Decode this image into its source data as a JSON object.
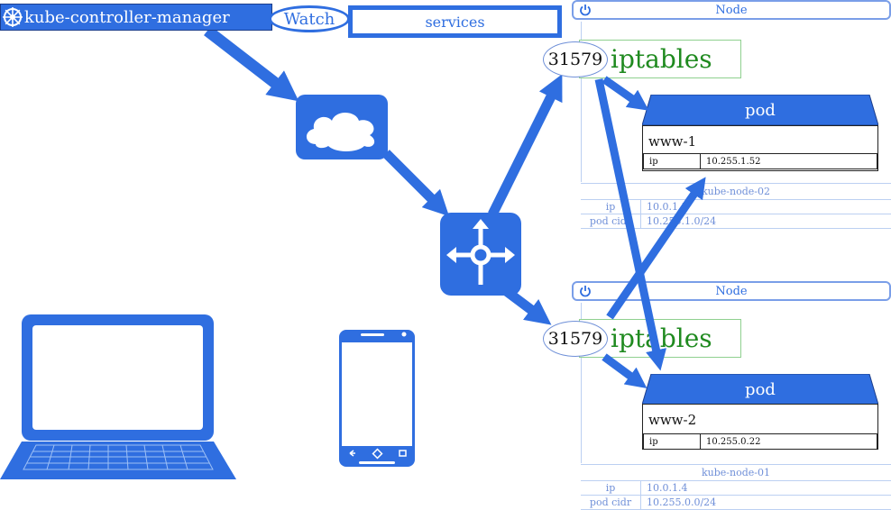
{
  "controller": {
    "label": "kube-controller-manager",
    "icon": "kubernetes-helm-icon"
  },
  "watch": {
    "label": "Watch"
  },
  "services": {
    "label": "services"
  },
  "colors": {
    "accent": "#2f6ee0",
    "iptables_text": "#1f8a1f",
    "node_border": "#7a9ee8"
  },
  "icons": {
    "cloud": "cloud-icon",
    "router": "load-balancer-icon",
    "laptop": "laptop-icon",
    "phone": "smartphone-icon",
    "power": "power-icon"
  },
  "nodes": [
    {
      "header": "Node",
      "port": "31579",
      "iptables": "iptables",
      "pod": {
        "title": "pod",
        "name": "www-1",
        "ip_key": "ip",
        "ip_value": "10.255.1.52"
      },
      "name": "kube-node-02",
      "info": [
        {
          "key": "ip",
          "value": "10.0.1.5"
        },
        {
          "key": "pod cidr",
          "value": "10.255.1.0/24"
        }
      ]
    },
    {
      "header": "Node",
      "port": "31579",
      "iptables": "iptables",
      "pod": {
        "title": "pod",
        "name": "www-2",
        "ip_key": "ip",
        "ip_value": "10.255.0.22"
      },
      "name": "kube-node-01",
      "info": [
        {
          "key": "ip",
          "value": "10.0.1.4"
        },
        {
          "key": "pod cidr",
          "value": "10.255.0.0/24"
        }
      ]
    }
  ]
}
